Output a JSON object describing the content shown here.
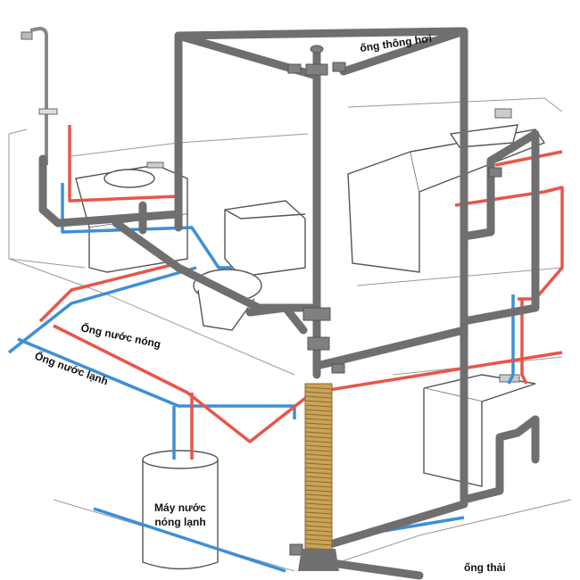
{
  "labels": {
    "vent_pipe": "ống thông hơi",
    "hot_water_pipe": "Ống nước nóng",
    "cold_water_pipe": "Ống nước lạnh",
    "water_heater_line1": "Máy nước",
    "water_heater_line2": "nóng lạnh",
    "drain_pipe": "ống thải"
  },
  "colors": {
    "drain_pipe": "#6f6f6f",
    "hot_water": "#e8554a",
    "cold_water": "#3d8fd6",
    "corrugated_stack": "#c9a35a"
  }
}
